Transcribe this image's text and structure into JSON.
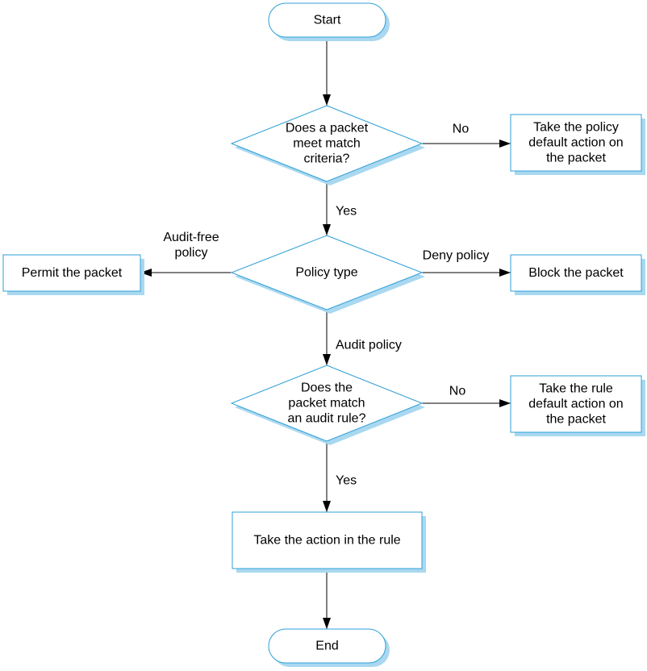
{
  "diagram": {
    "nodes": {
      "start": {
        "type": "terminal",
        "lines": [
          "Start"
        ]
      },
      "match_criteria": {
        "type": "decision",
        "lines": [
          "Does a packet",
          "meet match",
          "criteria?"
        ]
      },
      "policy_default": {
        "type": "process",
        "lines": [
          "Take the policy",
          "default action on",
          "the packet"
        ]
      },
      "policy_type": {
        "type": "decision",
        "lines": [
          "Policy type"
        ]
      },
      "permit": {
        "type": "process",
        "lines": [
          "Permit the packet"
        ]
      },
      "block": {
        "type": "process",
        "lines": [
          "Block the packet"
        ]
      },
      "audit_rule": {
        "type": "decision",
        "lines": [
          "Does the",
          "packet match",
          "an audit rule?"
        ]
      },
      "rule_default": {
        "type": "process",
        "lines": [
          "Take the rule",
          "default action on",
          "the packet"
        ]
      },
      "take_action": {
        "type": "process",
        "lines": [
          "Take the action in the rule"
        ]
      },
      "end": {
        "type": "terminal",
        "lines": [
          "End"
        ]
      }
    },
    "edges": {
      "match_no": {
        "from": "match_criteria",
        "to": "policy_default",
        "lines": [
          "No"
        ]
      },
      "match_yes": {
        "from": "match_criteria",
        "to": "policy_type",
        "lines": [
          "Yes"
        ]
      },
      "audit_free": {
        "from": "policy_type",
        "to": "permit",
        "lines": [
          "Audit-free",
          "policy"
        ]
      },
      "deny": {
        "from": "policy_type",
        "to": "block",
        "lines": [
          "Deny policy"
        ]
      },
      "audit": {
        "from": "policy_type",
        "to": "audit_rule",
        "lines": [
          "Audit policy"
        ]
      },
      "rule_no": {
        "from": "audit_rule",
        "to": "rule_default",
        "lines": [
          "No"
        ]
      },
      "rule_yes": {
        "from": "audit_rule",
        "to": "take_action",
        "lines": [
          "Yes"
        ]
      },
      "start_to_match": {
        "from": "start",
        "to": "match_criteria",
        "lines": []
      },
      "action_to_end": {
        "from": "take_action",
        "to": "end",
        "lines": []
      }
    },
    "colors": {
      "border": "#2e9fd8",
      "shadow": "#a9d8f0",
      "fill": "#ffffff",
      "line": "#000000"
    }
  }
}
